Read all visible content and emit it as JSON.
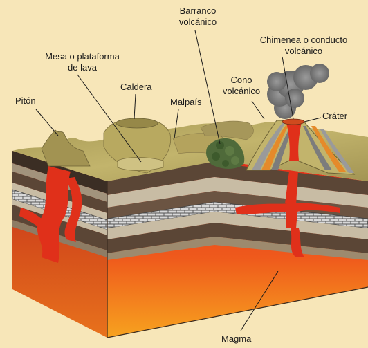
{
  "colors": {
    "background": "#f7e6b8",
    "magma": "#e0301a",
    "magma_glow": "#f58a1a",
    "rock_dark": "#5b4636",
    "rock_light": "#c8bca4",
    "land": "#b5a45e",
    "vegetation": "#4f6a3a",
    "smoke": "#7a7a7a"
  },
  "labels": {
    "piton": "Pitón",
    "mesa_line1": "Mesa o plataforma",
    "mesa_line2": "de lava",
    "caldera": "Caldera",
    "malpais": "Malpaís",
    "barranco_line1": "Barranco",
    "barranco_line2": "volcánico",
    "chimenea_line1": "Chimenea o conducto",
    "chimenea_line2": "volcánico",
    "cono_line1": "Cono",
    "cono_line2": "volcánico",
    "crater": "Cráter",
    "magma": "Magma"
  }
}
